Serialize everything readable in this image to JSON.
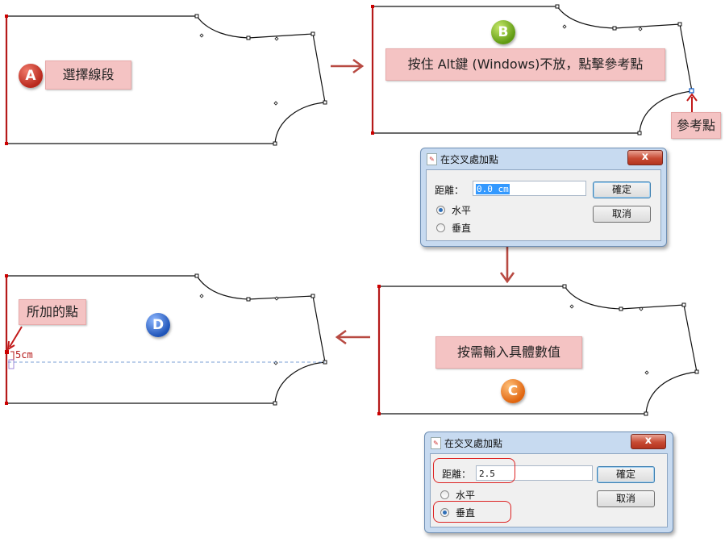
{
  "steps": {
    "a": {
      "badge": "A",
      "callout": "選擇線段"
    },
    "b": {
      "badge": "B",
      "callout": "按住 Alt鍵 (Windows)不放，點擊參考點",
      "ref_label": "參考點"
    },
    "c": {
      "badge": "C",
      "callout": "按需輸入具體數值"
    },
    "d": {
      "badge": "D",
      "callout": "所加的點",
      "dimension": "5cm"
    }
  },
  "dialog1": {
    "title": "在交叉處加點",
    "close": "x",
    "distance_label": "距離：",
    "distance_value": "0.0 cm",
    "ok": "確定",
    "cancel": "取消",
    "options": [
      "水平",
      "垂直"
    ],
    "selected": "水平"
  },
  "dialog2": {
    "title": "在交叉處加點",
    "close": "x",
    "distance_label": "距離：",
    "distance_value": "2.5",
    "ok": "確定",
    "cancel": "取消",
    "options": [
      "水平",
      "垂直"
    ],
    "selected": "垂直"
  },
  "colors": {
    "callout_bg": "#f4c3c3",
    "arrow": "#b84a42",
    "selected_segment": "#b51a1a",
    "outline": "#111111",
    "dashed_guide": "#7a9fd6"
  }
}
